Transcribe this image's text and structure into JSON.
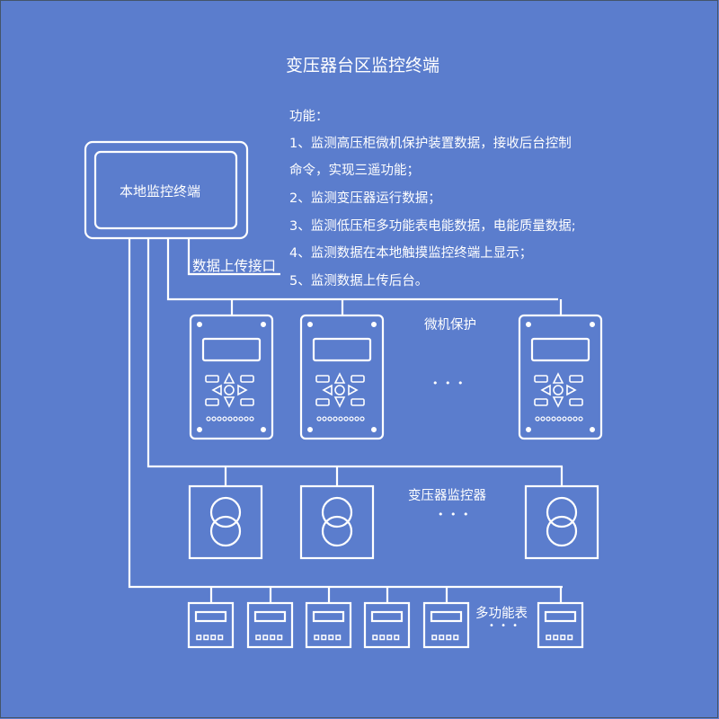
{
  "title": "变压器台区监控终端",
  "functions": {
    "heading": "功能：",
    "lines": [
      "1、监测高压柜微机保护装置数据，接收后台控制",
      "命令，实现三遥功能；",
      "2、监测变压器运行数据；",
      "3、监测低压柜多功能表电能数据，电能质量数据;",
      "4、监测数据在本地触摸监控终端上显示；",
      "5、监测数据上传后台。"
    ]
  },
  "terminal": {
    "label": "本地监控终端",
    "icon": "touch-screen-icon"
  },
  "upload_port": {
    "label": "数据上传接口"
  },
  "groups": {
    "protection": {
      "label": "微机保护",
      "ellipsis": "• • •",
      "icon": "protection-relay-icon",
      "device_count_shown": 3
    },
    "transformer": {
      "label": "变压器监控器",
      "ellipsis": "• • •",
      "icon": "transformer-icon",
      "device_count_shown": 3
    },
    "meter": {
      "label": "多功能表",
      "ellipsis": "• • •",
      "icon": "power-meter-icon",
      "device_count_shown": 6
    }
  },
  "colors": {
    "background": "#5b7dcd",
    "line": "#ffffff"
  }
}
